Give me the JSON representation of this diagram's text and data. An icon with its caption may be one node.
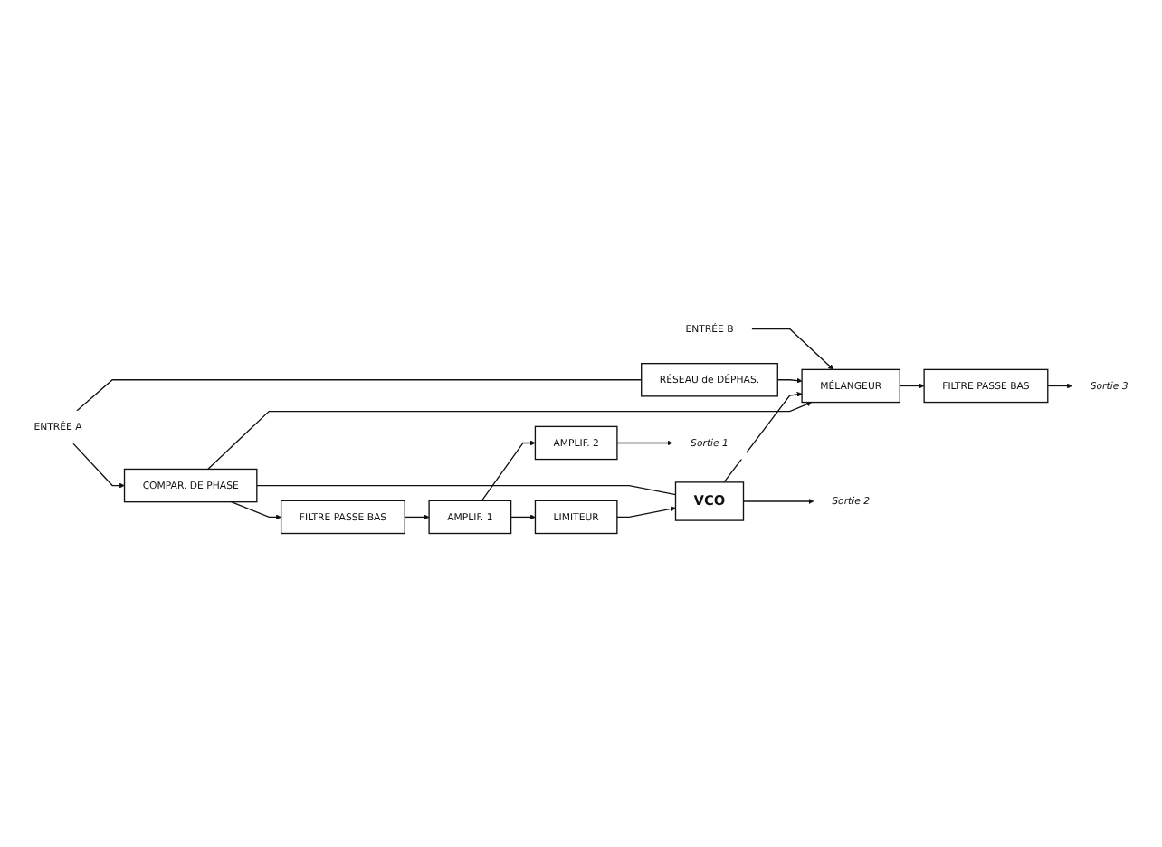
{
  "diagram": {
    "nodes": [
      {
        "text": [
          "ENTRÉE A"
        ]
      },
      {
        "text": [
          "COMPAR. DE PHASE"
        ]
      },
      {
        "text": [
          "FILTRE PASSE BAS"
        ]
      },
      {
        "text": [
          "AMPLIF. 1"
        ]
      },
      {
        "text": [
          "RÉSEAU de DÉPHAS."
        ]
      },
      {
        "text": [
          "VCO"
        ]
      },
      {
        "text": [
          "LIMITEUR"
        ]
      },
      {
        "text": [
          "ENTRÉE B"
        ]
      },
      {
        "text": [
          "MÉLANGEUR"
        ]
      },
      {
        "text": [
          "FILTRE PASSE BAS"
        ]
      },
      {
        "text": [
          "AMPLIF. 2"
        ]
      },
      {
        "text": [
          "Sortie 2"
        ]
      },
      {
        "text": [
          "Sortie 3"
        ]
      },
      {
        "text": [
          "Sortie 1"
        ]
      }
    ],
    "edges": [
      {
        "from": 0,
        "to": 1,
        "arrow": "to"
      },
      {
        "from": 0,
        "to": 4,
        "arrow": "none"
      },
      {
        "from": 1,
        "to": 2,
        "arrow": "to"
      },
      {
        "from": 2,
        "to": 3,
        "arrow": "to"
      },
      {
        "from": 3,
        "to": 6,
        "arrow": "to"
      },
      {
        "from": 3,
        "to": 10,
        "arrow": "to"
      },
      {
        "from": 6,
        "to": 5,
        "arrow": "to"
      },
      {
        "from": 5,
        "to": 1,
        "arrow": "none"
      },
      {
        "from": 1,
        "to": 8,
        "arrow": "to"
      },
      {
        "from": 5,
        "to": 8,
        "arrow": "to"
      },
      {
        "from": 4,
        "to": 8,
        "arrow": "to"
      },
      {
        "from": 7,
        "to": 8,
        "arrow": "to"
      },
      {
        "from": 8,
        "to": 9,
        "arrow": "to"
      },
      {
        "from": 5,
        "to": 11,
        "arrow": "to"
      },
      {
        "from": 9,
        "to": 12,
        "arrow": "to"
      },
      {
        "from": 10,
        "to": 13,
        "arrow": "to"
      }
    ]
  }
}
